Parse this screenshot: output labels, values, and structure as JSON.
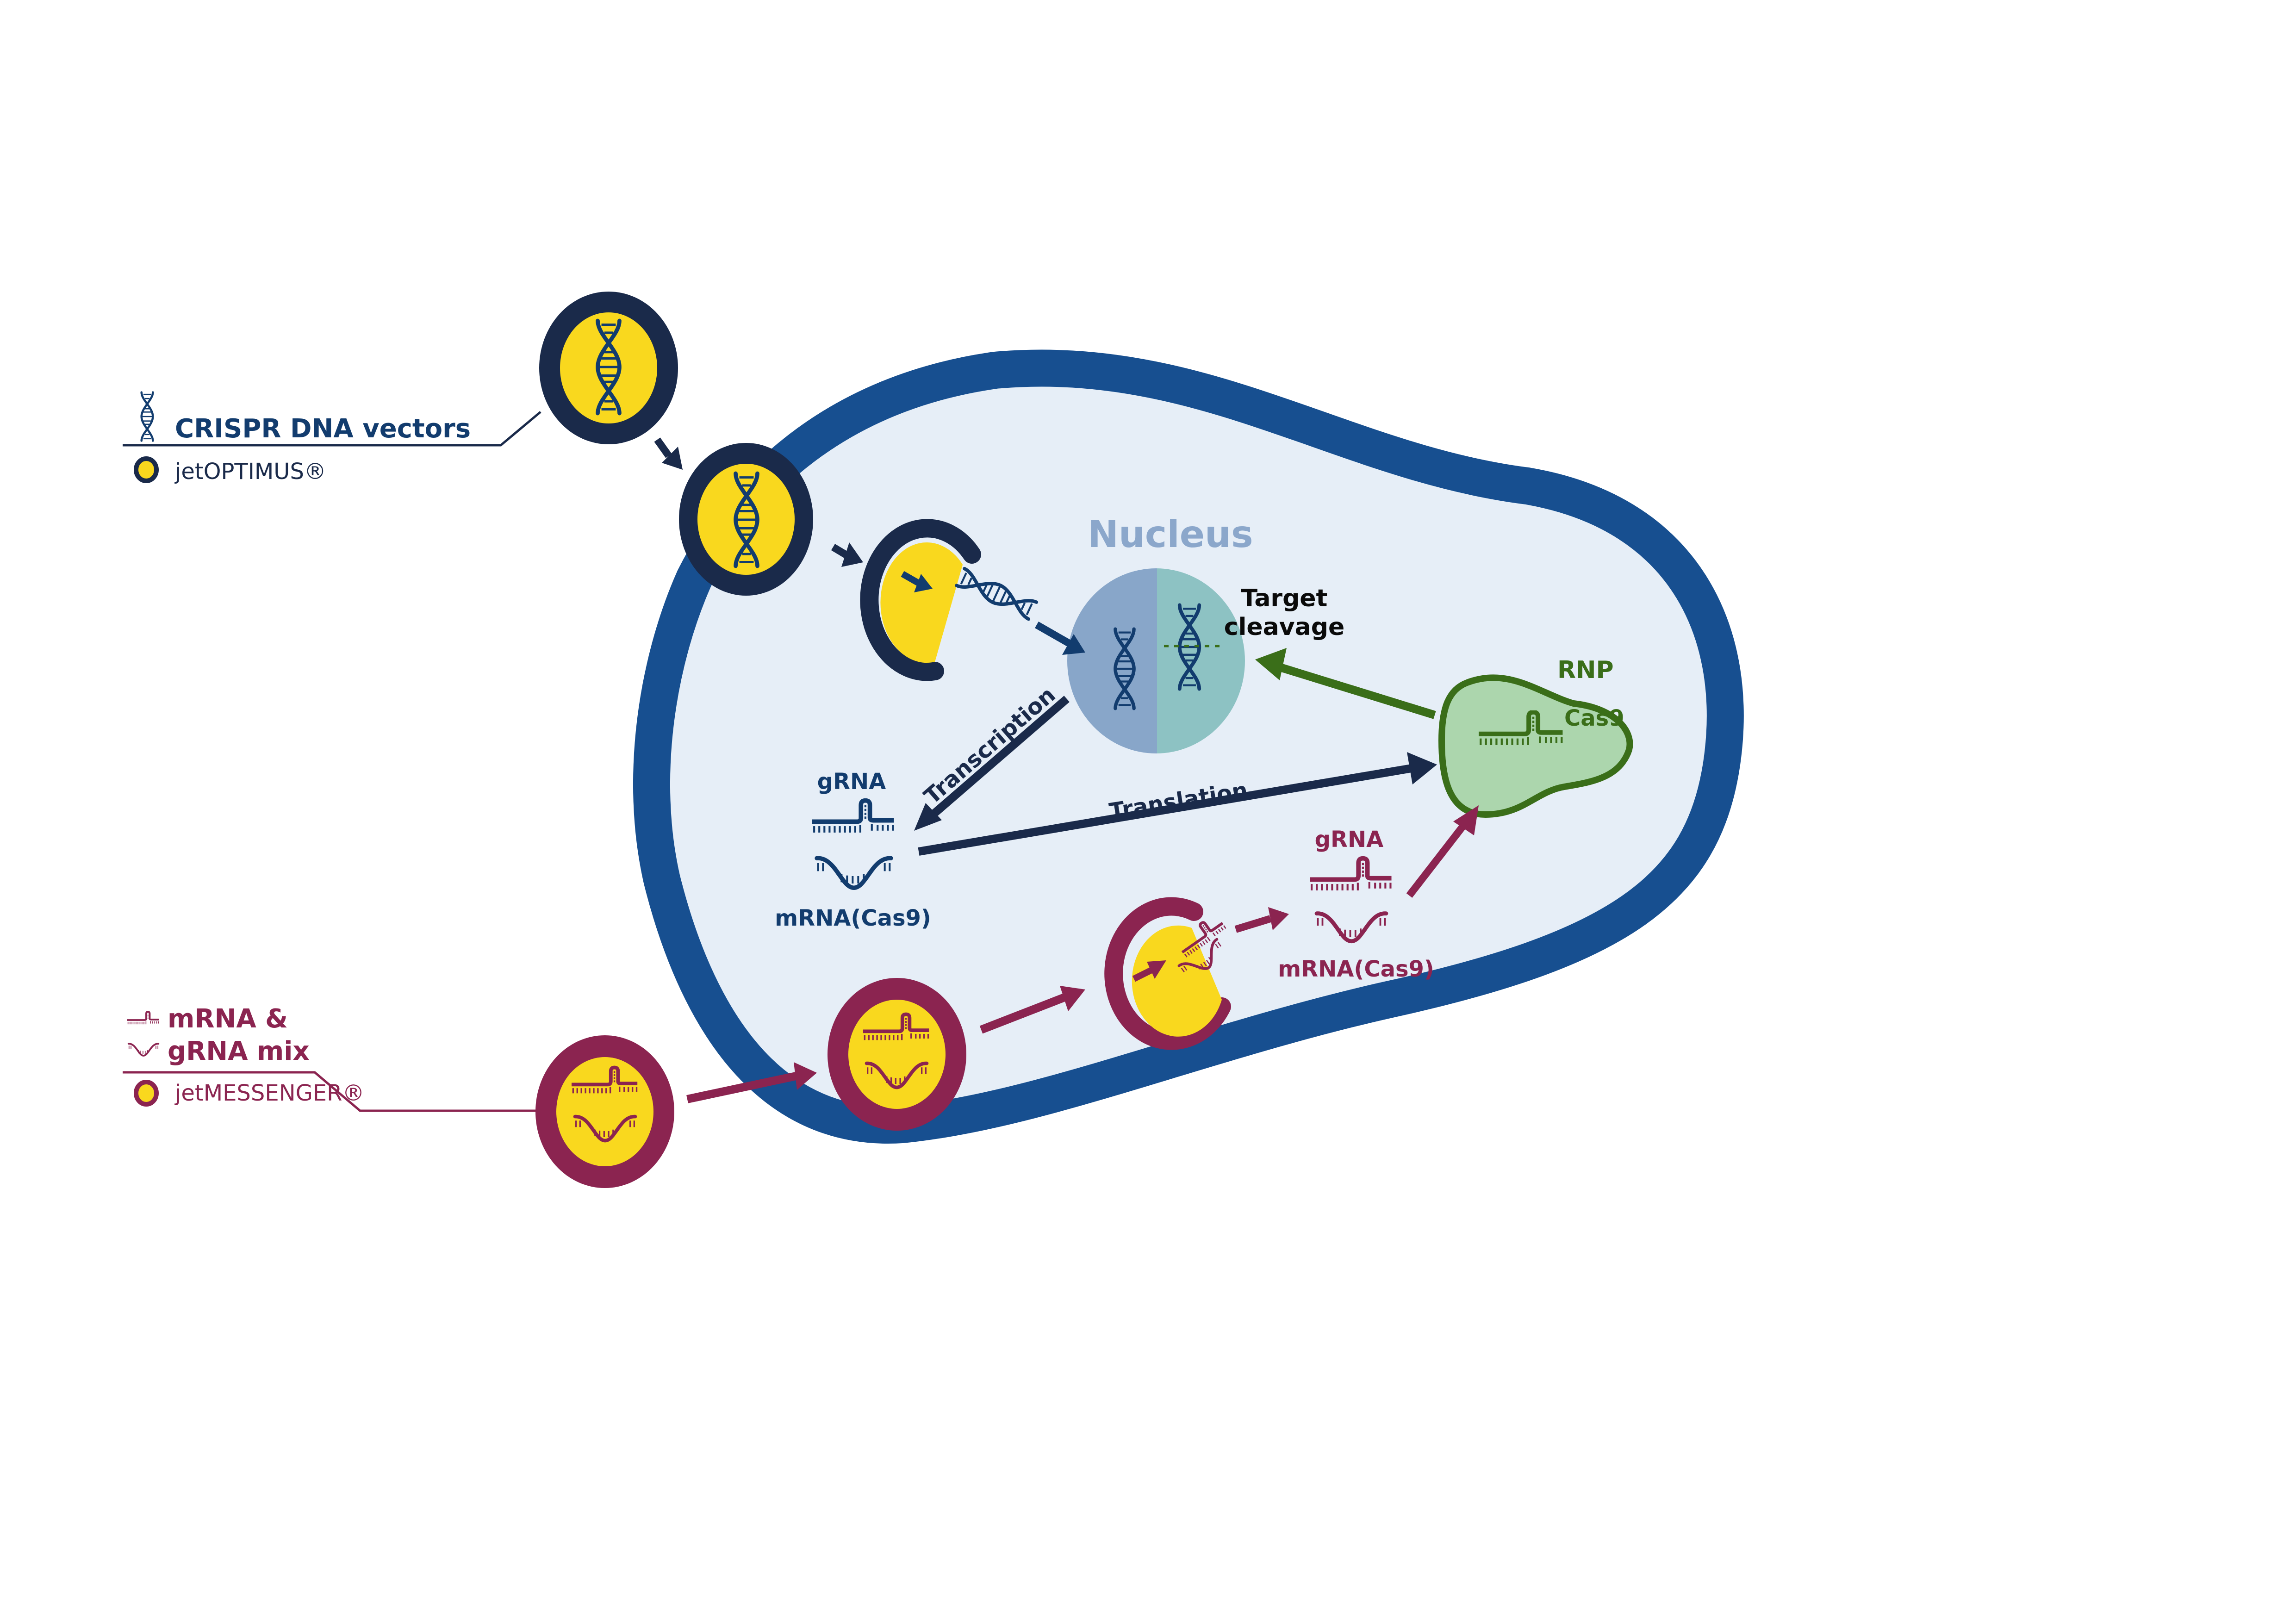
{
  "colors": {
    "navy": "#1a2a4a",
    "cell_border": "#174f90",
    "cell_fill": "#e6eef7",
    "dna_blue": "#123c6e",
    "yellow": "#f9d81e",
    "maroon": "#8b2450",
    "green": "#3a6e19",
    "green_fill": "#acd6ad",
    "nucleus_left": "#88a6c9",
    "nucleus_right": "#8dc2c3",
    "nucleus_label": "#8ba7cb",
    "black": "#0a0a0a"
  },
  "legend": {
    "dna": {
      "icon": "dna-helix-icon",
      "title": "CRISPR DNA vectors",
      "reagent_icon": "lipid-particle-icon",
      "reagent": "jetOPTIMUS®"
    },
    "rna": {
      "icon": "grna-mrna-icon",
      "title_line1": "mRNA &",
      "title_line2": "gRNA mix",
      "reagent_icon": "lipid-particle-icon",
      "reagent": "jetMESSENGER®"
    }
  },
  "cell": {
    "nucleus_label": "Nucleus",
    "target_cleavage_line1": "Target",
    "target_cleavage_line2": "cleavage",
    "transcription": "Transcription",
    "translation": "Translation",
    "rnp_label": "RNP",
    "cas9_label": "Cas9",
    "dna_path": {
      "grna_label": "gRNA",
      "mrna_label": "mRNA(Cas9)"
    },
    "rna_path": {
      "grna_label": "gRNA",
      "mrna_label": "mRNA(Cas9)"
    }
  }
}
